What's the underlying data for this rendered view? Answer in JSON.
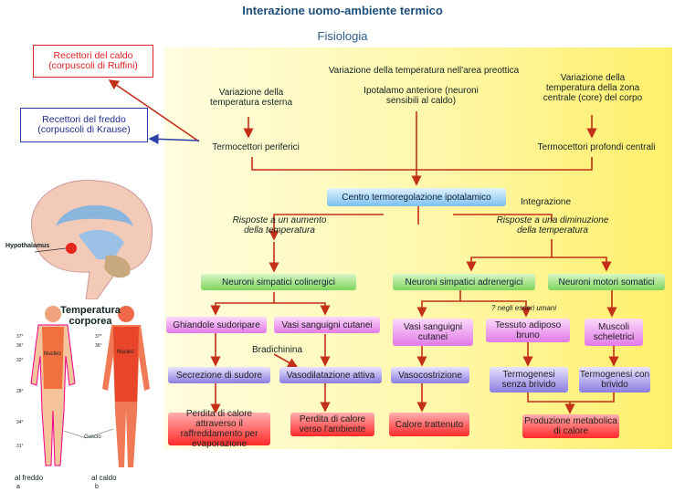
{
  "title": "Interazione uomo-ambiente termico",
  "subtitle": "Fisiologia",
  "receptors": {
    "hot": "Recettori del caldo (corpuscoli di Ruffini)",
    "cold": "Recettori del freddo (corpuscoli di Krause)"
  },
  "brain": {
    "label": "Hypothalamus"
  },
  "body": {
    "title": "Temperatura corporea",
    "core_label": "Nucleo",
    "shell_label": "Guscio",
    "cold_label": "al freddo",
    "hot_label": "al caldo",
    "fig_a": "a",
    "fig_b": "b",
    "temps_a": [
      "37°",
      "36°",
      "32°",
      "28°",
      "34°",
      "31°"
    ],
    "temps_b": [
      "37°",
      "36°"
    ]
  },
  "diagram": {
    "preoptic": "Variazione della temperatura nell'area preottica",
    "external": "Variazione della temperatura esterna",
    "hypothalamus": "Ipotalamo anteriore (neuroni sensibili al caldo)",
    "core": "Variazione della temperatura della zona centrale (core) del corpo",
    "peripheral": "Termocettori periferici",
    "deep": "Termocettori profondi centrali",
    "center": "Centro termoregolazione ipotalamico",
    "integration": "Integrazione",
    "increase": "Risposte a un aumento della temperatura",
    "decrease": "Risposte a una diminuzione della temperatura",
    "cholinergic": "Neuroni simpatici colinergici",
    "adrenergic": "Neuroni simpatici adrenergici",
    "somatic": "Neuroni motori somatici",
    "sweat_glands": "Ghiandole sudoripare",
    "cutaneous": "Vasi sanguigni cutanei",
    "bradykinin": "Bradichinina",
    "cutaneous2": "Vasi sanguigni cutanei",
    "question": "? negli esseri umani",
    "brown_fat": "Tessuto adiposo bruno",
    "muscles": "Muscoli scheletrici",
    "sweat": "Secrezione di sudore",
    "vasodilation": "Vasodilatazione attiva",
    "vasoconstriction": "Vasocostrizione",
    "thermo_no_shiver": "Termogenesi senza brivido",
    "thermo_shiver": "Termogenesi con brivido",
    "loss_evap": "Perdita di calore attraverso il raffreddamento per evaporazione",
    "loss_env": "Perdita di calore verso l'ambiente",
    "heat_retained": "Calore trattenuto",
    "heat_production": "Produzione metabolica di calore"
  }
}
